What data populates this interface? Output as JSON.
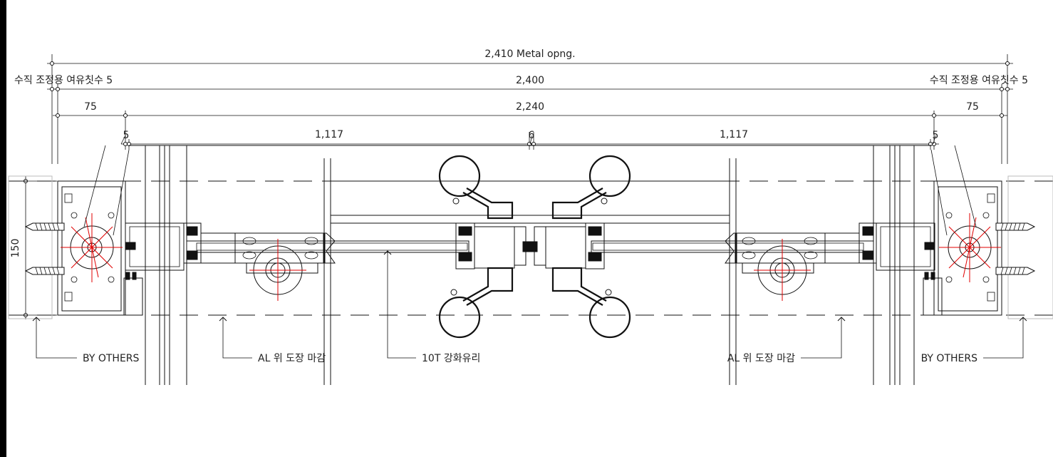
{
  "dimensions": {
    "metal_opening": "2,410 Metal opng.",
    "left_clearance": "수직 조정용 여유칫수 5",
    "right_clearance": "수직 조정용 여유칫수 5",
    "overall": "2,400",
    "frame_left": "75",
    "frame_center": "2,240",
    "frame_right": "75",
    "gap_left": "5",
    "gap_center": "6",
    "gap_right": "5",
    "leaf_left": "1,117",
    "leaf_right": "1,117",
    "height": "150"
  },
  "callouts": {
    "by_others_left": "BY OTHERS",
    "al_finish_left": "AL 위 도장 마감",
    "glass": "10T 강화유리",
    "al_finish_right": "AL 위 도장 마감",
    "by_others_right": "BY OTHERS"
  },
  "colors": {
    "line": "#111111",
    "centerline": "#e00000",
    "border": "#000000"
  }
}
